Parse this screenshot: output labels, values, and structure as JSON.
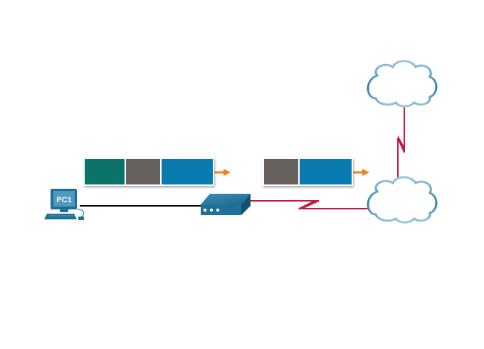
{
  "diagram": {
    "devices": {
      "pc": {
        "label": "PC1",
        "icon": "pc-icon"
      },
      "modem": {
        "icon": "modem-icon"
      },
      "cloud_top": {
        "icon": "cloud-icon"
      },
      "cloud_bottom": {
        "icon": "cloud-icon"
      }
    },
    "frames": [
      {
        "name": "frame-lan",
        "fields": [
          {
            "name": "header-field",
            "color": "#0c7369"
          },
          {
            "name": "trailer-field",
            "color": "#66605f"
          },
          {
            "name": "data-field",
            "color": "#0a7bb0"
          }
        ]
      },
      {
        "name": "frame-wan",
        "fields": [
          {
            "name": "trailer-field",
            "color": "#66605f"
          },
          {
            "name": "data-field",
            "color": "#0a7bb0"
          }
        ]
      }
    ],
    "colors": {
      "ethernet_link": "#000000",
      "serial_link": "#c8183c",
      "arrow": "#f07f1f",
      "device_blue": "#1f6f97",
      "cloud_outline": "#2a78a8"
    }
  }
}
